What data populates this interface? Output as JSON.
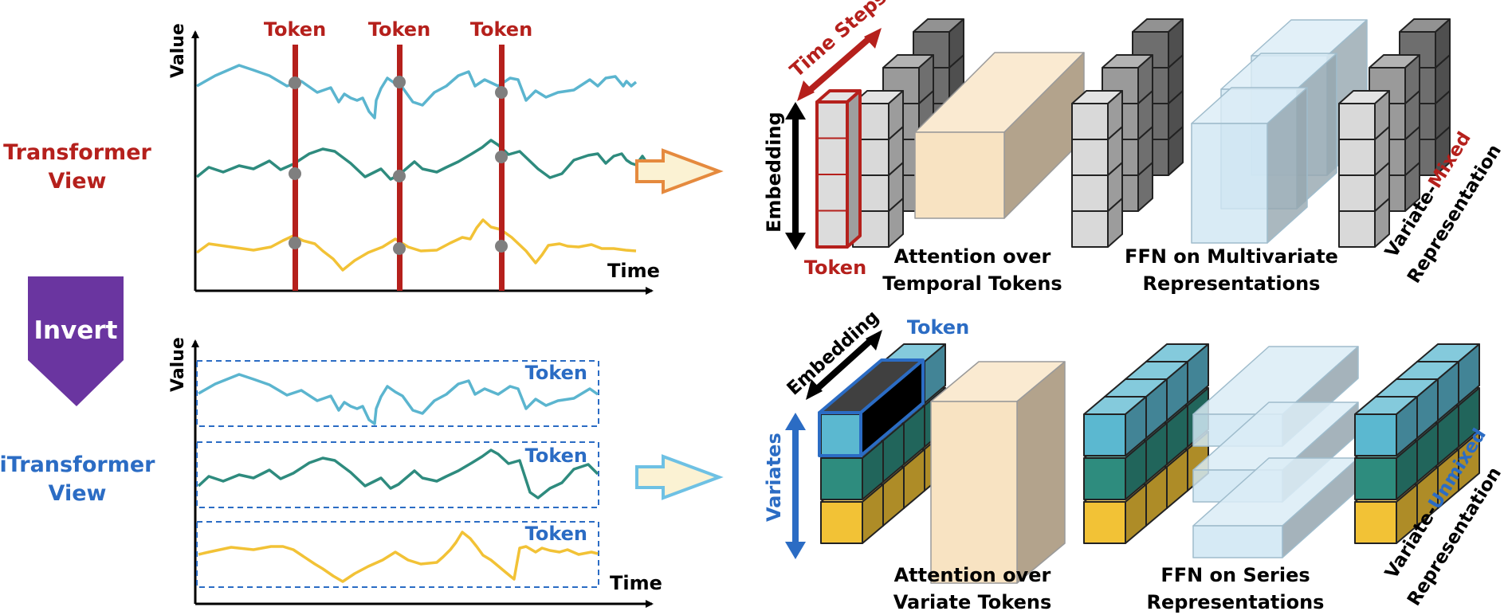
{
  "labels": {
    "transformer_view_line1": "Transformer",
    "transformer_view_line2": "View",
    "itransformer_view_line1": "iTransformer",
    "itransformer_view_line2": "View",
    "invert": "Invert",
    "value": "Value",
    "time": "Time",
    "token": "Token",
    "time_steps": "Time Steps",
    "embedding": "Embedding",
    "variates": "Variates",
    "attn_temporal_line1": "Attention over",
    "attn_temporal_line2": "Temporal Tokens",
    "ffn_multi_line1": "FFN on Multivariate",
    "ffn_multi_line2": "Representations",
    "attn_variate_line1": "Attention over",
    "attn_variate_line2": "Variate Tokens",
    "ffn_series_line1": "FFN on Series",
    "ffn_series_line2": "Representations",
    "variate_prefix": "Variate-",
    "mixed": "Mixed",
    "unmixed": "Unmixed",
    "representation": "Representation"
  },
  "colors": {
    "red": "#B5201C",
    "blue": "#2B6CC4",
    "purple": "#6A35A0",
    "series_blue": "#5BB5CF",
    "series_teal": "#2E8B7E",
    "series_yellow": "#F2C236",
    "cube_gray_dark": "#6E6E6E",
    "cube_gray_light": "#D9D9D9",
    "cube_blue": "#5BB8D0",
    "cube_teal": "#2E8C7E",
    "cube_yellow": "#F2C236",
    "attention_block": "#F8E3C2",
    "ffn_block": "#CFE6F3"
  }
}
